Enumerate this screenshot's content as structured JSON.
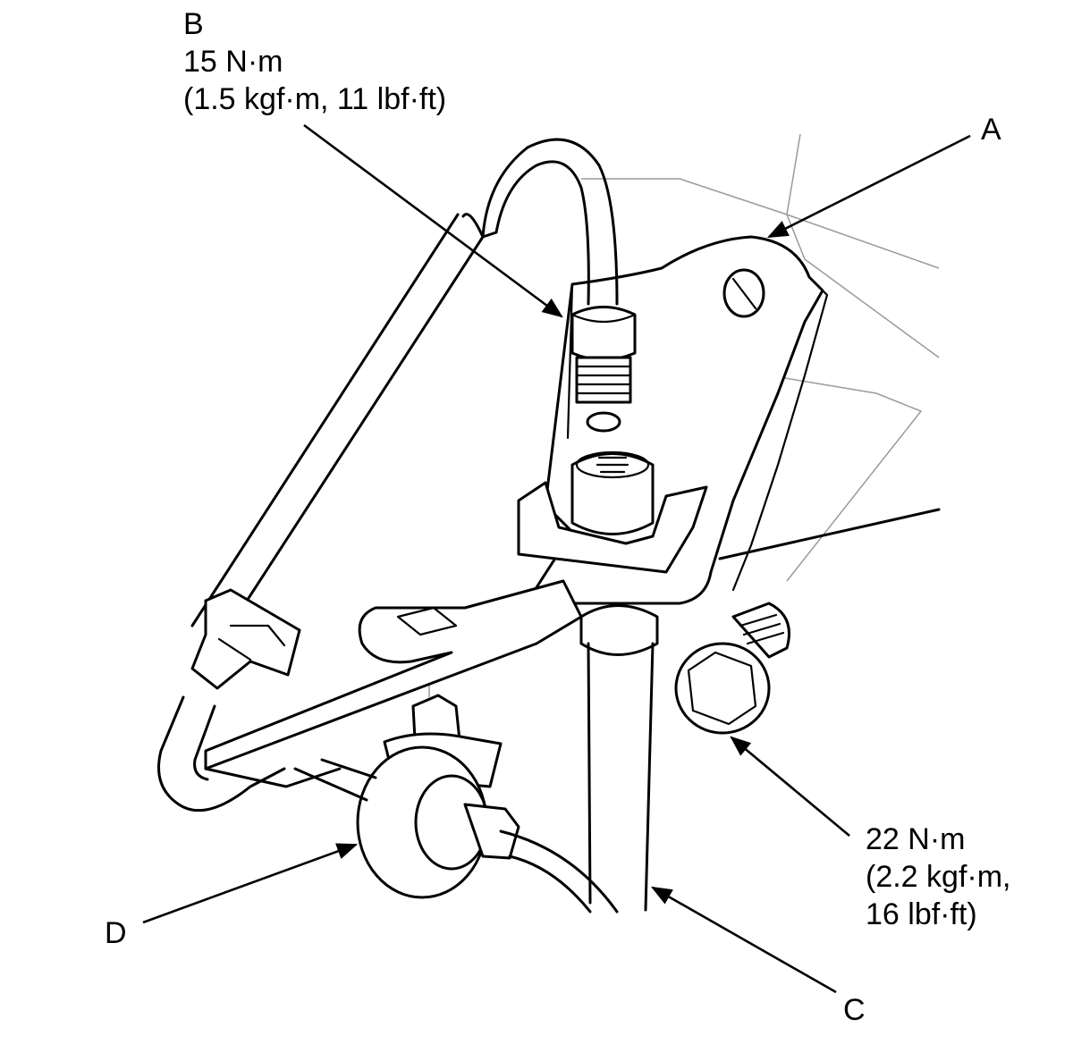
{
  "callouts": {
    "a": {
      "letter": "A"
    },
    "b": {
      "letter": "B",
      "torque": "15 N·m",
      "torque_alt": "(1.5 kgf·m, 11 lbf·ft)"
    },
    "c": {
      "letter": "C"
    },
    "d": {
      "letter": "D"
    },
    "bolt": {
      "torque": "22 N·m",
      "torque_alt_1": "(2.2 kgf·m,",
      "torque_alt_2": "16 lbf·ft)"
    }
  },
  "colors": {
    "ink": "#000000",
    "ghost_line": "#9a9a9a",
    "background": "#ffffff"
  }
}
